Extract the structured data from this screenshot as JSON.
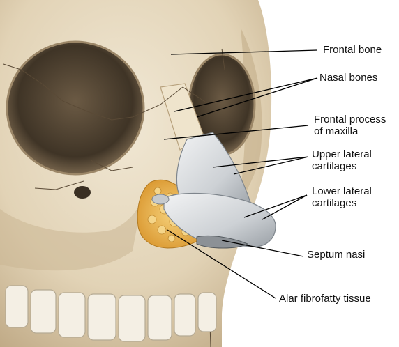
{
  "colors": {
    "bone": "#e6d9bf",
    "bone_shadow": "#b9a583",
    "orbit_dark": "#4a3d2c",
    "cartilage": "#d4d7da",
    "fat": "#e8b24a",
    "leader": "#000000"
  },
  "labels": {
    "frontal_bone": "Frontal bone",
    "nasal_bones": "Nasal bones",
    "frontal_process_1": "Frontal process",
    "frontal_process_2": "of maxilla",
    "upper_lateral_1": "Upper lateral",
    "upper_lateral_2": "cartilages",
    "lower_lateral_1": "Lower lateral",
    "lower_lateral_2": "cartilages",
    "septum_nasi": "Septum nasi",
    "alar_tissue": "Alar fibrofatty tissue"
  }
}
